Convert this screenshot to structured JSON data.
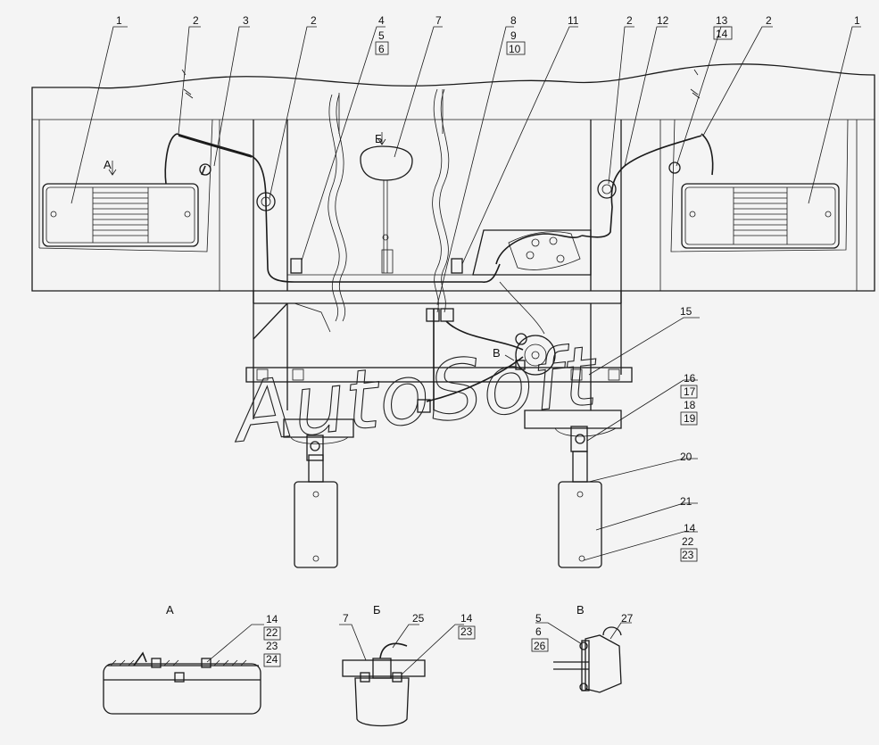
{
  "watermark": "AutoSoft",
  "callouts_top": [
    "1",
    "2",
    "3",
    "2",
    "4",
    "5",
    "6",
    "7",
    "8",
    "9",
    "10",
    "11",
    "2",
    "12",
    "13",
    "14",
    "2",
    "1"
  ],
  "callouts_right": [
    "15",
    "16",
    "17",
    "18",
    "19",
    "20",
    "21",
    "14",
    "22",
    "23"
  ],
  "view_labels": {
    "a": "А",
    "b": "Б",
    "v": "В"
  },
  "arrow_labels": {
    "a": "А",
    "b": "Б",
    "v": "В"
  },
  "detail_a_callouts": [
    "14",
    "22",
    "23",
    "24"
  ],
  "detail_b_callouts": [
    "7",
    "25",
    "14",
    "23"
  ],
  "detail_v_callouts": [
    "5",
    "6",
    "26",
    "27"
  ]
}
